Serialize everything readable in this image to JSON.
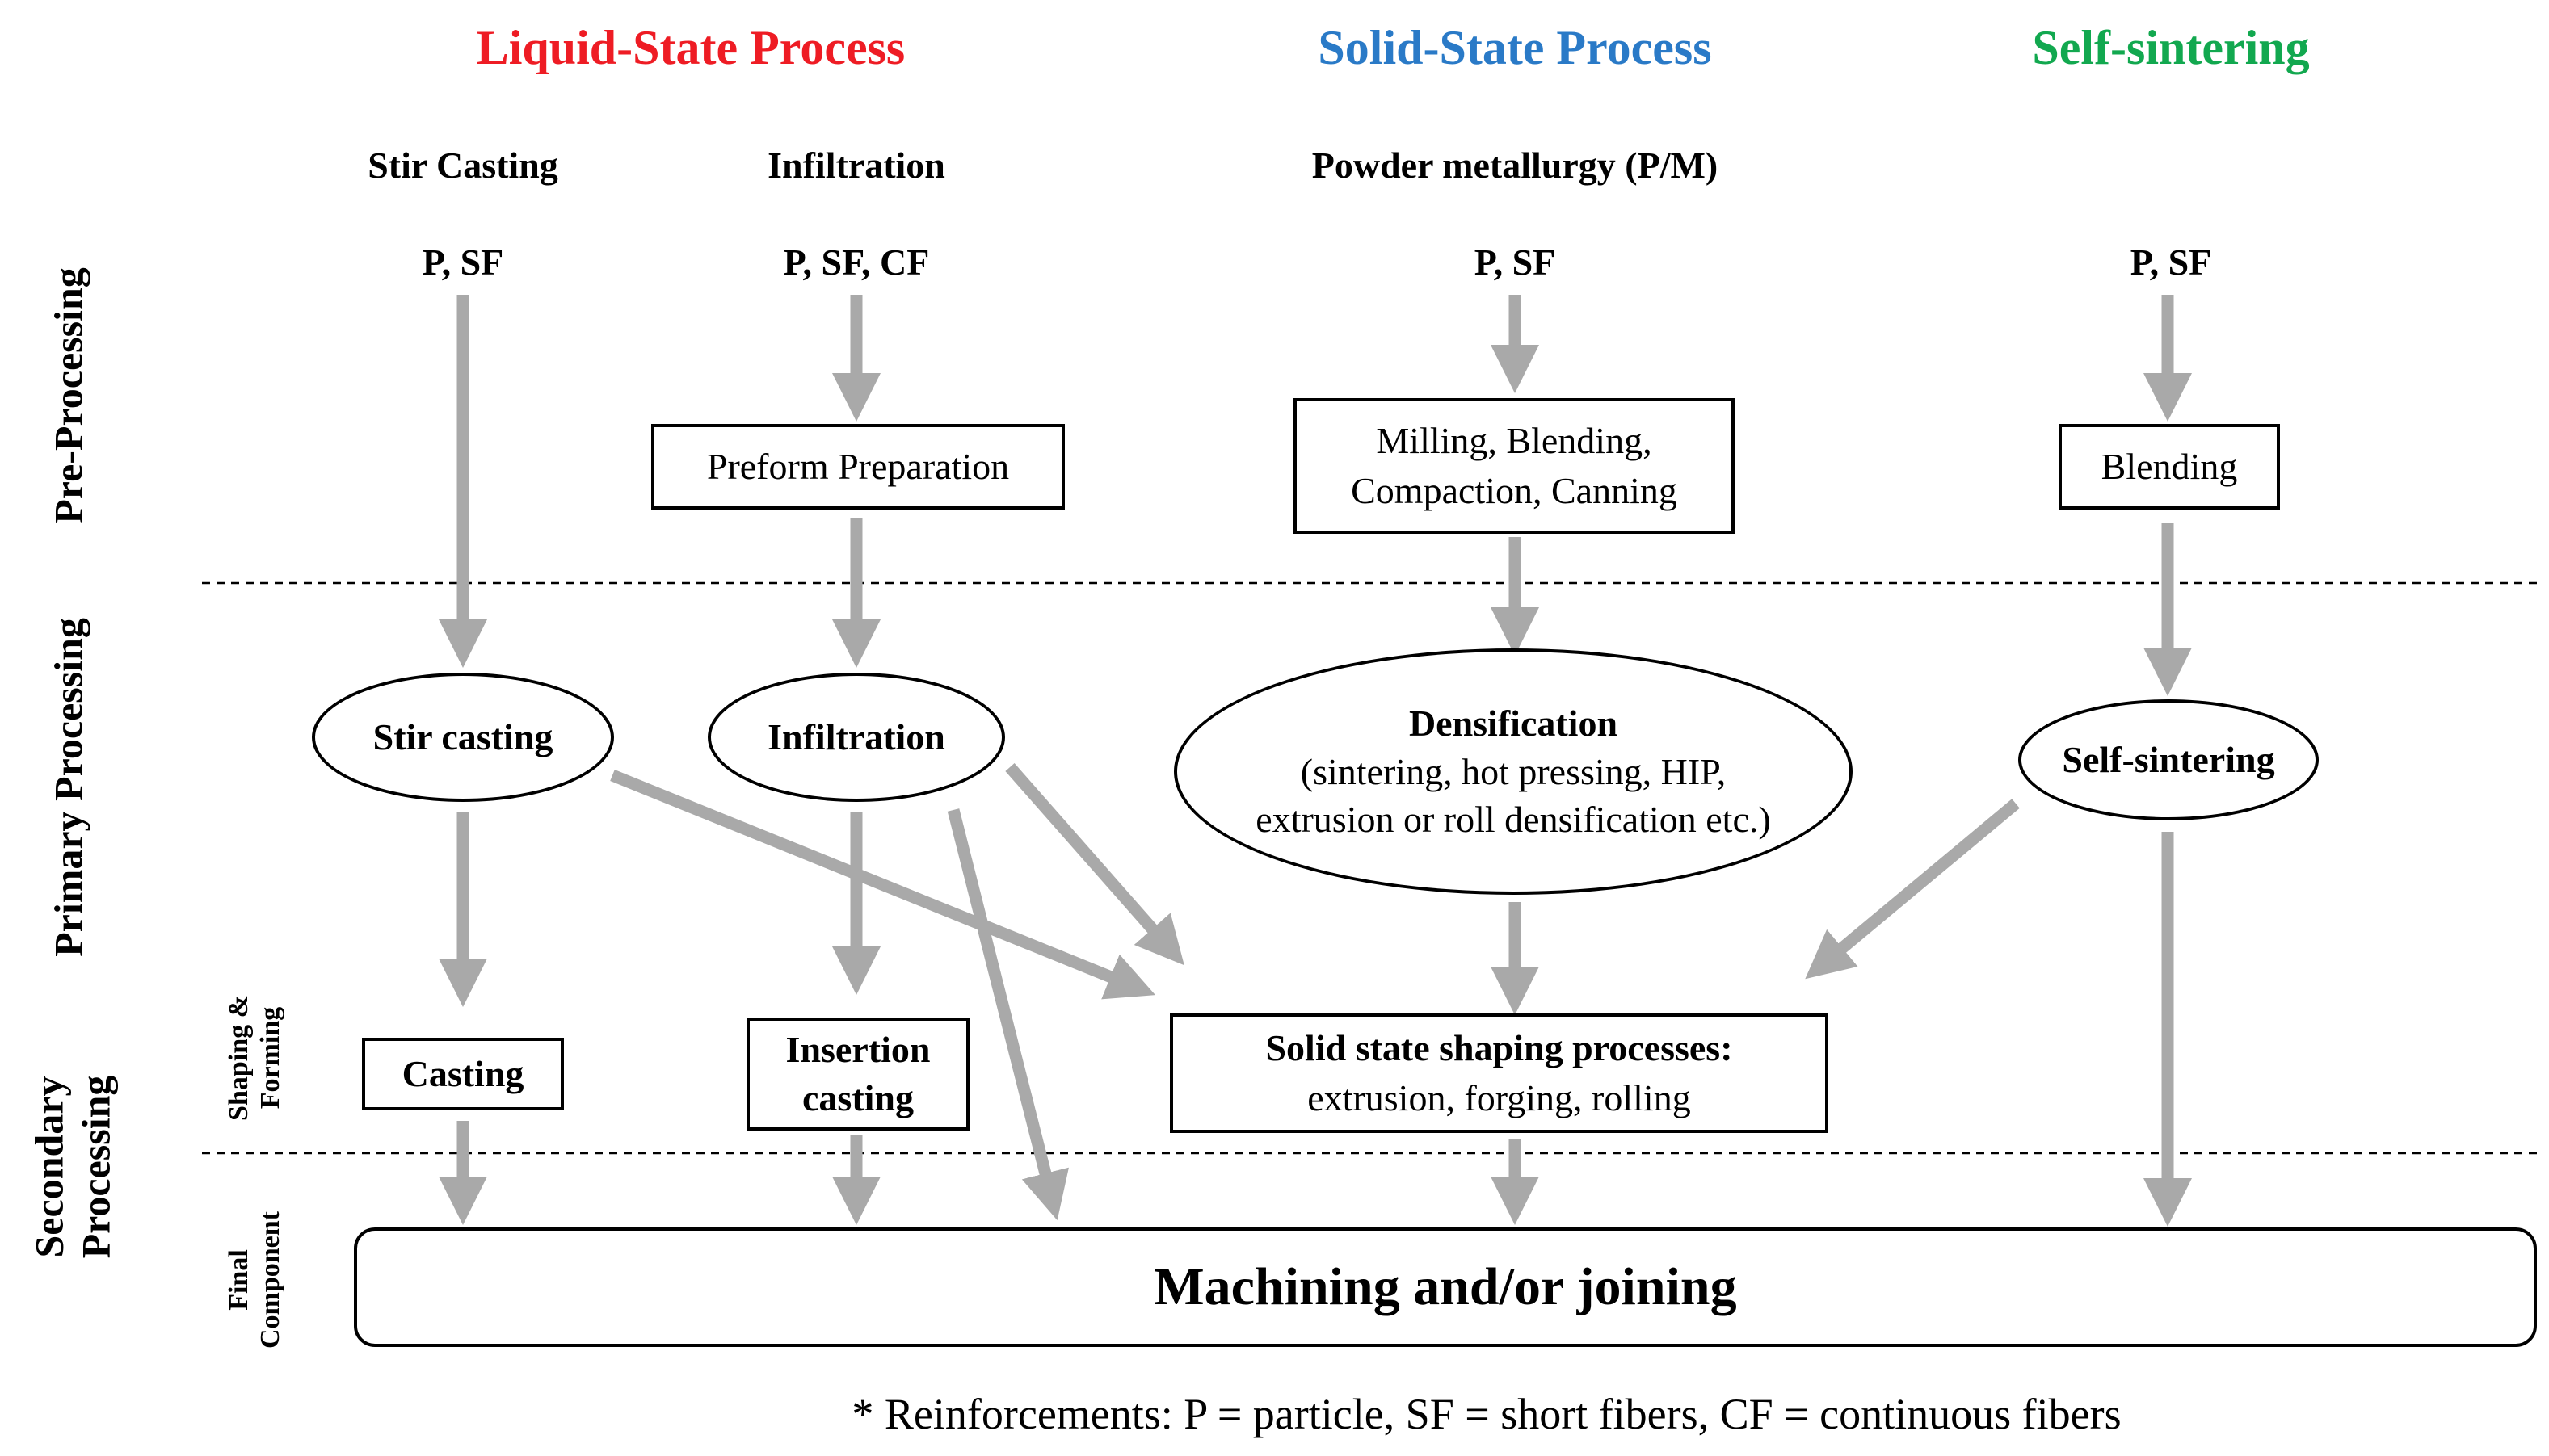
{
  "headers": {
    "liquid": "Liquid-State Process",
    "solid": "Solid-State Process",
    "self": "Self-sintering"
  },
  "colors": {
    "liquid": "#ee1c24",
    "solid": "#2a7ac7",
    "self": "#12a84f",
    "arrow": "#a9a9a9"
  },
  "methods": {
    "stir": "Stir Casting",
    "infiltration": "Infiltration",
    "pm": "Powder metallurgy (P/M)"
  },
  "reinforcements": {
    "stir": "P, SF",
    "infiltration": "P, SF, CF",
    "pm": "P, SF",
    "self": "P, SF"
  },
  "pre_processing": {
    "preform": "Preform Preparation",
    "milling_line1": "Milling, Blending,",
    "milling_line2": "Compaction, Canning",
    "blending": "Blending"
  },
  "primary": {
    "stir_casting": "Stir casting",
    "infiltration": "Infiltration",
    "densification_title": "Densification",
    "densification_line1": "(sintering, hot pressing, HIP,",
    "densification_line2": "extrusion or roll densification etc.)",
    "self_sintering": "Self-sintering"
  },
  "secondary": {
    "casting": "Casting",
    "insertion_line1": "Insertion",
    "insertion_line2": "casting",
    "solid_state_title": "Solid state shaping processes:",
    "solid_state_detail": "extrusion, forging, rolling"
  },
  "final": {
    "machining": "Machining and/or joining"
  },
  "stage_labels": {
    "pre": "Pre-Processing",
    "primary": "Primary Processing",
    "secondary_line1": "Secondary",
    "secondary_line2": "Processing",
    "shaping_line1": "Shaping &",
    "shaping_line2": "Forming",
    "final_line1": "Final",
    "final_line2": "Component"
  },
  "footnote": "* Reinforcements: P = particle, SF = short fibers, CF = continuous fibers"
}
